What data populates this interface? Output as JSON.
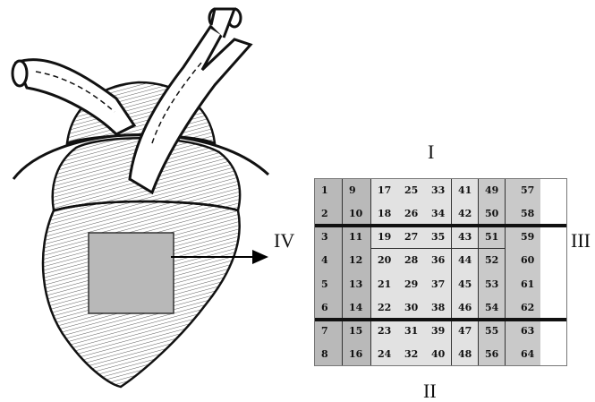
{
  "labels": {
    "top": "I",
    "bottom": "II",
    "right": "III",
    "left": "IV"
  },
  "grid": {
    "rows": [
      [
        "1",
        "9",
        "17",
        "25",
        "33",
        "41",
        "49",
        "57"
      ],
      [
        "2",
        "10",
        "18",
        "26",
        "34",
        "42",
        "50",
        "58"
      ],
      [
        "3",
        "11",
        "19",
        "27",
        "35",
        "43",
        "51",
        "59"
      ],
      [
        "4",
        "12",
        "20",
        "28",
        "36",
        "44",
        "52",
        "60"
      ],
      [
        "5",
        "13",
        "21",
        "29",
        "37",
        "45",
        "53",
        "61"
      ],
      [
        "6",
        "14",
        "22",
        "30",
        "38",
        "46",
        "54",
        "62"
      ],
      [
        "7",
        "15",
        "23",
        "31",
        "39",
        "47",
        "55",
        "63"
      ],
      [
        "8",
        "16",
        "24",
        "32",
        "40",
        "48",
        "56",
        "64"
      ]
    ]
  },
  "colors": {
    "sample_region": "#b8b8b8",
    "outer_columns": "#b9b9b9",
    "inner_columns": "#e2e2e2",
    "right_columns": "#c9c9c9"
  }
}
